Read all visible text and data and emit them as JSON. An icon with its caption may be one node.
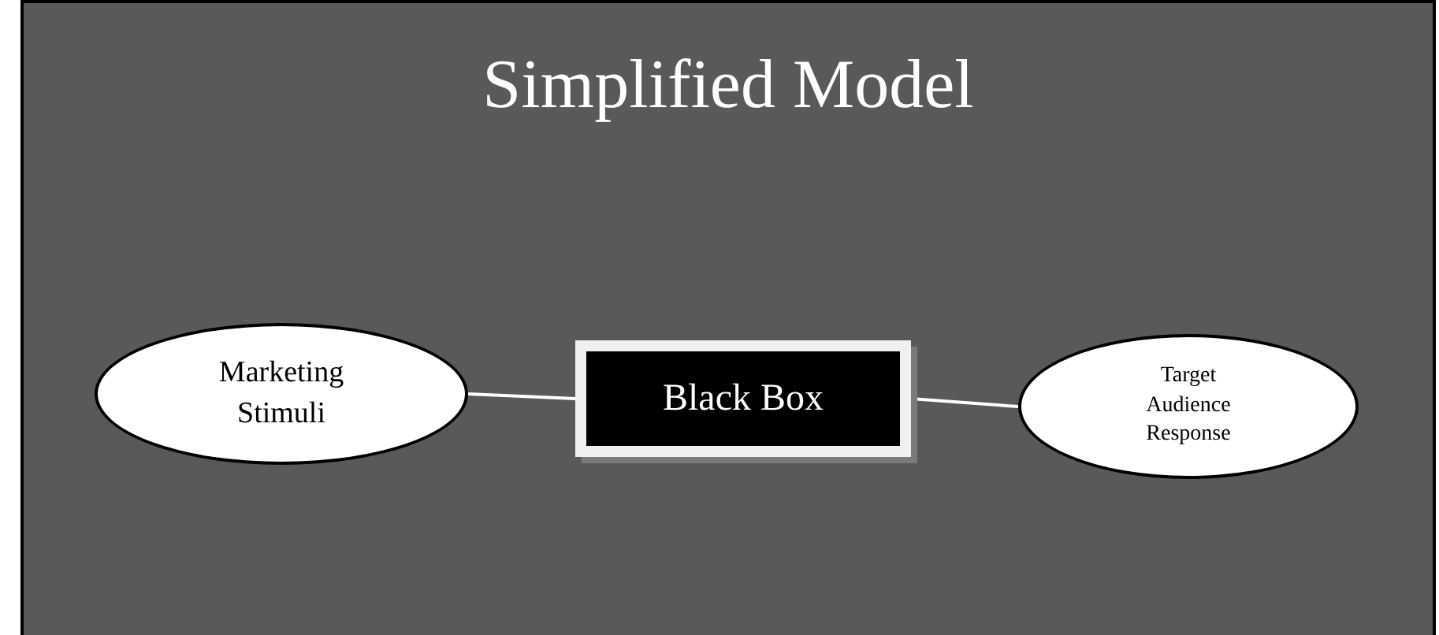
{
  "diagram": {
    "title": "Simplified Model",
    "nodes": [
      {
        "text": [
          "Marketing Stimuli"
        ]
      },
      {
        "text": [
          "Black Box"
        ]
      },
      {
        "text": [
          "Target Audience Response"
        ]
      }
    ],
    "edges": [
      {
        "from": 0,
        "to": 1,
        "arrow": "none"
      },
      {
        "from": 1,
        "to": 2,
        "arrow": "none"
      }
    ]
  }
}
